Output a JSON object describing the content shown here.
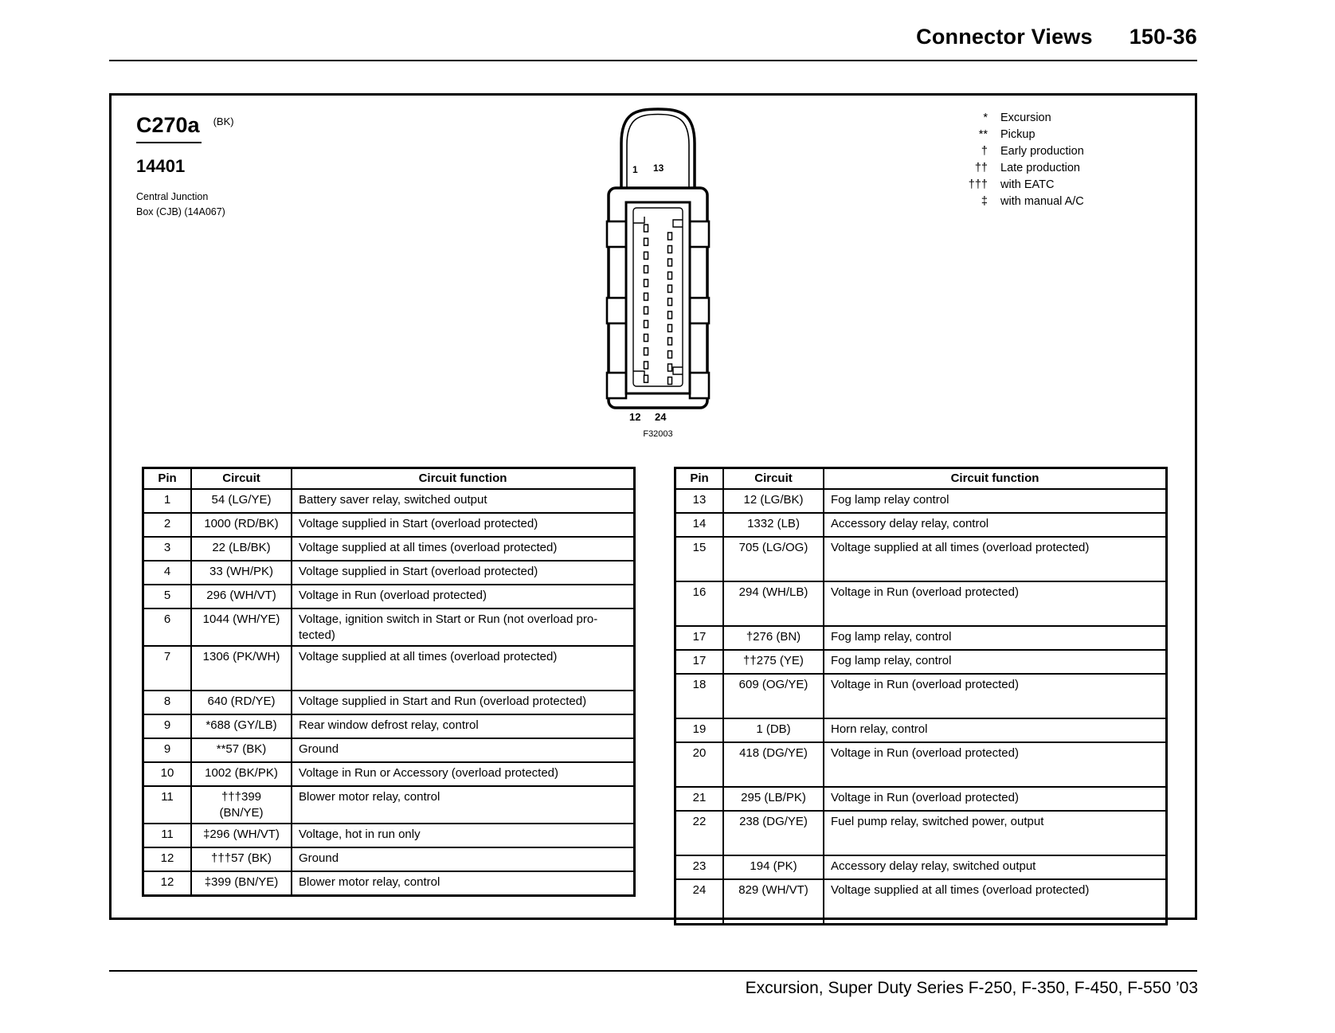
{
  "page": {
    "header": {
      "title": "Connector Views",
      "page_number": "150-36"
    },
    "footer": "Excursion, Super Duty Series F-250, F-350, F-450, F-550 ’03"
  },
  "connector": {
    "id": "C270a",
    "color_code": "(BK)",
    "part_number": "14401",
    "description_line1": "Central Junction",
    "description_line2": "Box (CJB) (14A067)",
    "figure_code": "F32003",
    "pin_labels": {
      "top_left": "1",
      "top_right": "13",
      "bottom_left": "12",
      "bottom_right": "24"
    }
  },
  "legend": [
    {
      "symbol": "*",
      "meaning": "Excursion"
    },
    {
      "symbol": "**",
      "meaning": "Pickup"
    },
    {
      "symbol": "†",
      "meaning": "Early production"
    },
    {
      "symbol": "††",
      "meaning": "Late production"
    },
    {
      "symbol": "†††",
      "meaning": "with EATC"
    },
    {
      "symbol": "‡",
      "meaning": "with manual A/C"
    }
  ],
  "tables": {
    "headers": [
      "Pin",
      "Circuit",
      "Circuit function"
    ],
    "left": {
      "rows": [
        {
          "pin": "1",
          "circuit": "54 (LG/YE)",
          "function": "Battery saver relay, switched output"
        },
        {
          "pin": "2",
          "circuit": "1000 (RD/BK)",
          "function": "Voltage supplied in Start (overload protected)"
        },
        {
          "pin": "3",
          "circuit": "22 (LB/BK)",
          "function": "Voltage supplied at all times (overload protected)"
        },
        {
          "pin": "4",
          "circuit": "33 (WH/PK)",
          "function": "Voltage supplied in Start (overload protected)"
        },
        {
          "pin": "5",
          "circuit": "296 (WH/VT)",
          "function": "Voltage in Run (overload protected)"
        },
        {
          "pin": "6",
          "circuit": "1044 (WH/YE)",
          "function": "Voltage, ignition switch in Start or Run (not overload pro-\ntected)"
        },
        {
          "pin": "7",
          "circuit": "1306 (PK/WH)",
          "function": "Voltage supplied at all times (overload protected)",
          "tall": true
        },
        {
          "pin": "8",
          "circuit": "640 (RD/YE)",
          "function": "Voltage supplied in Start and Run (overload protected)"
        },
        {
          "pin": "9",
          "circuit": "*688 (GY/LB)",
          "function": "Rear window defrost relay, control"
        },
        {
          "pin": "9",
          "circuit": "**57 (BK)",
          "function": "Ground"
        },
        {
          "pin": "10",
          "circuit": "1002 (BK/PK)",
          "function": "Voltage in Run or Accessory (overload protected)"
        },
        {
          "pin": "11",
          "circuit": "†††399\n(BN/YE)",
          "function": "Blower motor relay, control"
        },
        {
          "pin": "11",
          "circuit": "‡296 (WH/VT)",
          "function": "Voltage, hot in run only"
        },
        {
          "pin": "12",
          "circuit": "†††57 (BK)",
          "function": "Ground"
        },
        {
          "pin": "12",
          "circuit": "‡399 (BN/YE)",
          "function": "Blower motor relay, control"
        }
      ]
    },
    "right": {
      "rows": [
        {
          "pin": "13",
          "circuit": "12 (LG/BK)",
          "function": "Fog lamp relay control"
        },
        {
          "pin": "14",
          "circuit": "1332 (LB)",
          "function": "Accessory delay relay, control"
        },
        {
          "pin": "15",
          "circuit": "705 (LG/OG)",
          "function": "Voltage supplied at all times (overload protected)",
          "tall": true
        },
        {
          "pin": "16",
          "circuit": "294 (WH/LB)",
          "function": "Voltage in Run (overload protected)",
          "tall": true
        },
        {
          "pin": "17",
          "circuit": "†276 (BN)",
          "function": "Fog lamp relay, control"
        },
        {
          "pin": "17",
          "circuit": "††275 (YE)",
          "function": "Fog lamp relay, control"
        },
        {
          "pin": "18",
          "circuit": "609 (OG/YE)",
          "function": "Voltage in Run (overload protected)",
          "tall": true
        },
        {
          "pin": "19",
          "circuit": "1 (DB)",
          "function": "Horn relay, control"
        },
        {
          "pin": "20",
          "circuit": "418 (DG/YE)",
          "function": "Voltage in Run (overload protected)",
          "tall": true
        },
        {
          "pin": "21",
          "circuit": "295 (LB/PK)",
          "function": "Voltage in Run (overload protected)"
        },
        {
          "pin": "22",
          "circuit": "238 (DG/YE)",
          "function": "Fuel pump relay, switched power, output",
          "tall": true
        },
        {
          "pin": "23",
          "circuit": "194 (PK)",
          "function": "Accessory delay relay, switched output"
        },
        {
          "pin": "24",
          "circuit": "829 (WH/VT)",
          "function": "Voltage supplied at all times (overload protected)",
          "tall": true
        }
      ]
    }
  }
}
